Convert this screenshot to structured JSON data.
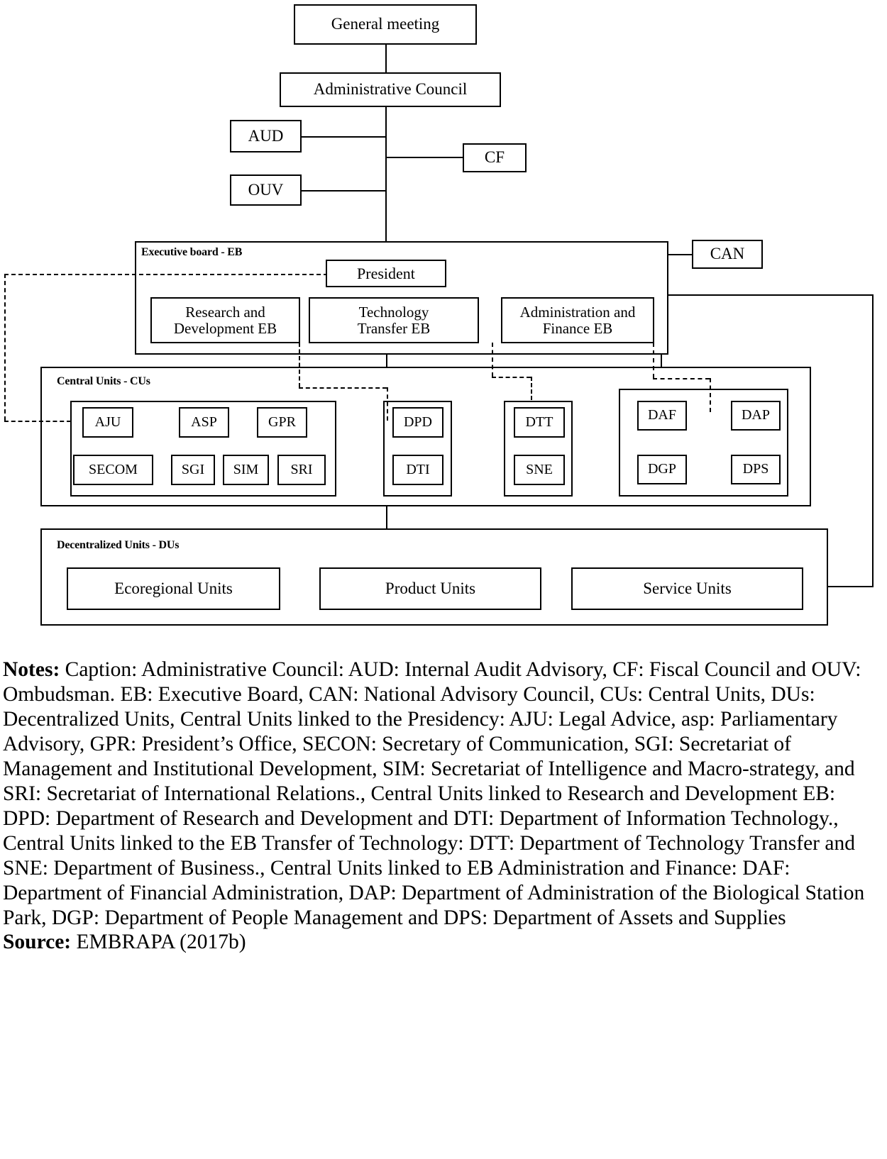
{
  "diagram": {
    "title_boxes": {
      "general_meeting": "General meeting",
      "administrative_council": "Administrative Council",
      "aud": "AUD",
      "ouv": "OUV",
      "cf": "CF",
      "can": "CAN",
      "president": "President"
    },
    "executive_board": {
      "label": "Executive board - EB",
      "members": [
        "Research and\nDevelopment EB",
        "Technology\nTransfer EB",
        "Administration and\nFinance EB"
      ],
      "member_1_line1": "Research and",
      "member_1_line2": "Development EB",
      "member_2_line1": "Technology",
      "member_2_line2": "Transfer EB",
      "member_3_line1": "Administration and",
      "member_3_line2": "Finance EB"
    },
    "central_units": {
      "label": "Central Units - CUs",
      "group_presidency": [
        "AJU",
        "ASP",
        "GPR",
        "SECOM",
        "SGI",
        "SIM",
        "SRI"
      ],
      "group_rd": [
        "DPD",
        "DTI"
      ],
      "group_tt": [
        "DTT",
        "SNE"
      ],
      "group_af": [
        "DAF",
        "DAP",
        "DGP",
        "DPS"
      ]
    },
    "decentralized_units": {
      "label": "Decentralized Units - DUs",
      "units": [
        "Ecoregional Units",
        "Product Units",
        "Service Units"
      ]
    }
  },
  "notes": {
    "notes_label": "Notes:",
    "notes_body": " Caption: Administrative Council: AUD: Internal Audit Advisory, CF: Fiscal Council and OUV: Ombudsman. EB: Executive Board, CAN: National Advisory Council, CUs: Central Units, DUs: Decentralized Units, Central Units linked to the Presidency: AJU: Legal Advice, asp: Parliamentary Advisory, GPR: President’s Office, SECON: Secretary of Communication, SGI: Secretariat of Management and Institutional Development, SIM: Secretariat of Intelligence and Macro-strategy, and SRI: Secretariat of International Relations., Central Units linked to Research and Development EB: DPD: Department of Research and Development and DTI: Department of Information Technology., Central Units linked to the EB Transfer of Technology: DTT: Department of Technology Transfer and SNE: Department of Business., Central Units linked to EB Administration and Finance: DAF: Department of Financial Administration, DAP: Department of Administration of the Biological Station Park, DGP: Department of People Management and DPS: Department of Assets and Supplies",
    "source_label": "Source:",
    "source_body": " EMBRAPA (2017b)"
  }
}
